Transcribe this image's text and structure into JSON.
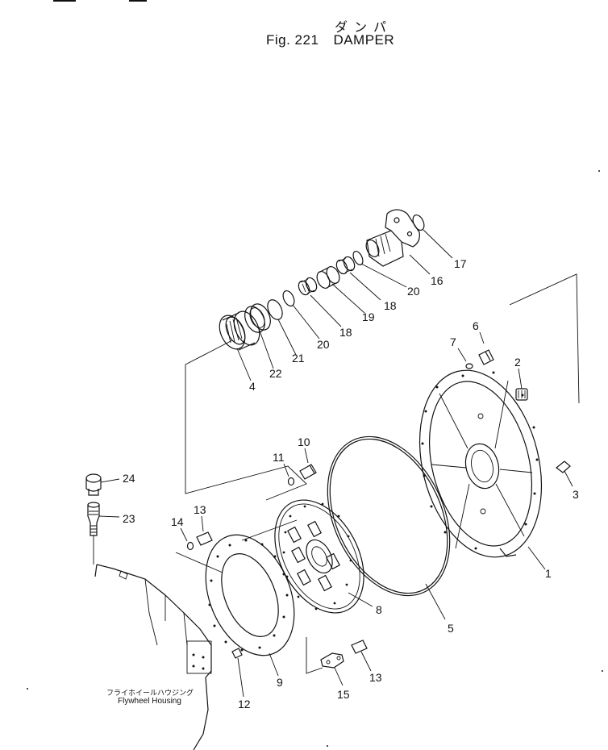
{
  "header": {
    "title_jp": "ダンパ",
    "fig_label": "Fig. 221",
    "title_en": "DAMPER"
  },
  "housing": {
    "label_jp": "フライホイールハウジング",
    "label_en": "Flywheel Housing"
  },
  "callouts": [
    "1",
    "2",
    "3",
    "4",
    "5",
    "6",
    "7",
    "8",
    "9",
    "10",
    "11",
    "12",
    "13",
    "13",
    "14",
    "15",
    "16",
    "17",
    "18",
    "18",
    "19",
    "20",
    "20",
    "21",
    "22",
    "23",
    "24"
  ]
}
